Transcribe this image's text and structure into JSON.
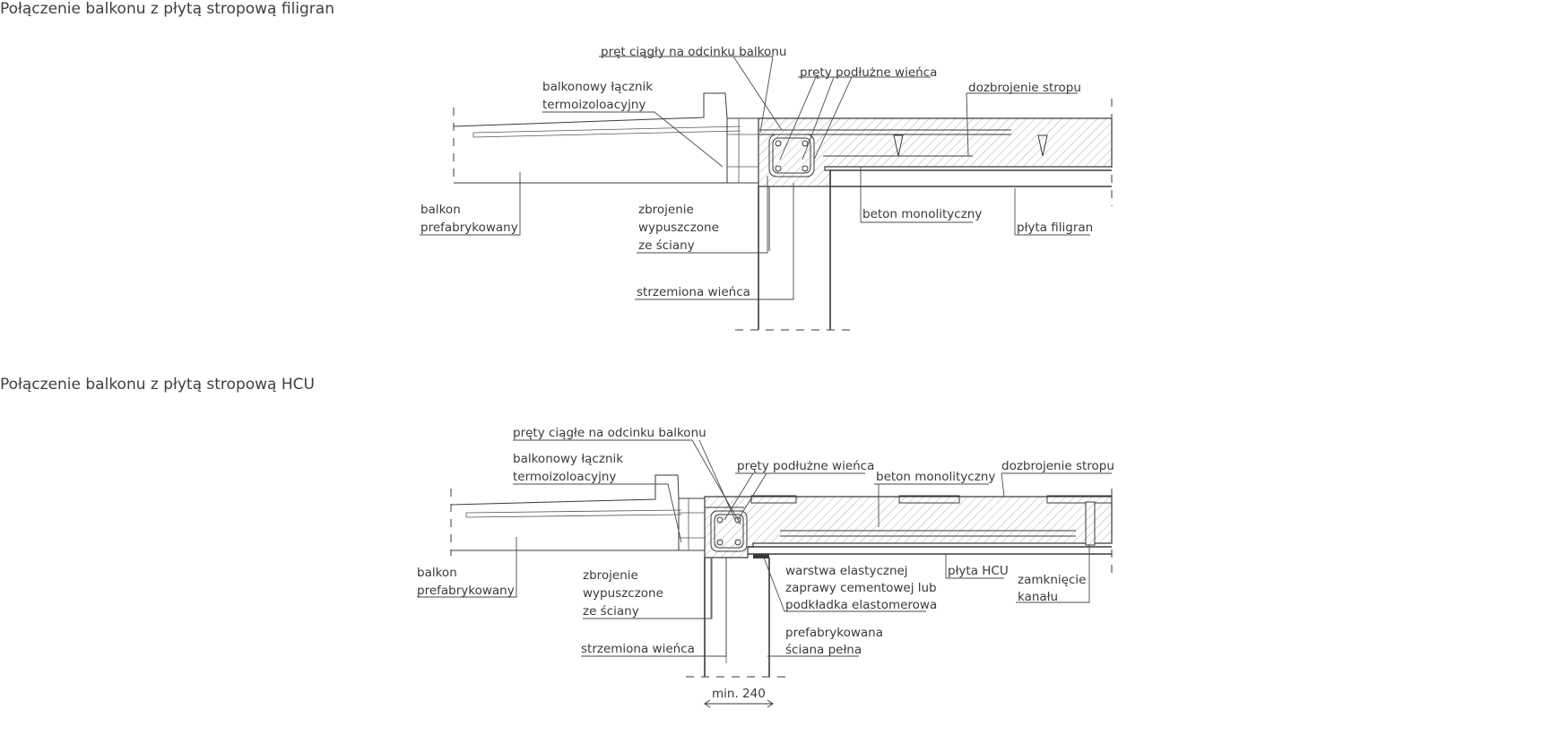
{
  "titles": {
    "filigran": "Połączenie balkonu z płytą stropową filigran",
    "hcu": "Połączenie balkonu z płytą stropową HCU"
  },
  "labels_filigran": {
    "pret_ciagly": "pręt ciągły na odcinku balkonu",
    "prety_podluzne": "pręty podłużne wieńca",
    "dozbrojenie": "dozbrojenie stropu",
    "lacznik_1": "balkonowy łącznik",
    "lacznik_2": "termoizoloacyjny",
    "balkon_1": "balkon",
    "balkon_2": "prefabrykowany",
    "zbrojenie_1": "zbrojenie",
    "zbrojenie_2": "wypuszczone",
    "zbrojenie_3": "ze ściany",
    "beton": "beton monolityczny",
    "plyta": "płyta filigran",
    "strzemiona": "strzemiona wieńca"
  },
  "labels_hcu": {
    "prety_ciagle": "pręty ciągłe na odcinku balkonu",
    "lacznik_1": "balkonowy łącznik",
    "lacznik_2": "termoizoloacyjny",
    "prety_podluzne": "pręty podłużne wieńca",
    "beton": "beton monolityczny",
    "dozbrojenie": "dozbrojenie stropu",
    "balkon_1": "balkon",
    "balkon_2": "prefabrykowany",
    "zbrojenie_1": "zbrojenie",
    "zbrojenie_2": "wypuszczone",
    "zbrojenie_3": "ze ściany",
    "warstwa_1": "warstwa elastycznej",
    "warstwa_2": "zaprawy cementowej lub",
    "warstwa_3": "podkładka elastomerowa",
    "plyta": "płyta HCU",
    "zamkniecie_1": "zamknięcie",
    "zamkniecie_2": "kanału",
    "sciana_1": "prefabrykowana",
    "sciana_2": "ściana pełna",
    "strzemiona": "strzemiona wieńca",
    "wymiar": "min. 240"
  }
}
